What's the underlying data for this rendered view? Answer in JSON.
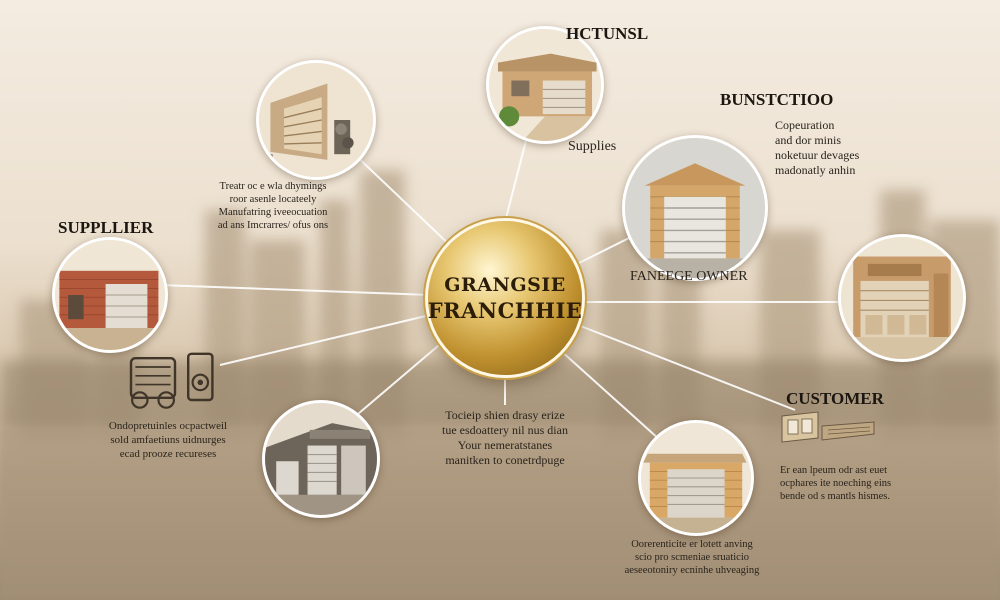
{
  "hub": {
    "line1": "GRANGSIE",
    "line2": "FRANCHHIE"
  },
  "labels": {
    "supplier": "SUPPLLIER",
    "top": "HCTUNSL",
    "bunstctioo": "BUNSTCTIOO",
    "supplies": "Supplies",
    "owner": "FANEEGE OWNER",
    "customer": "CUSTOMER"
  },
  "blurbs": {
    "upper_left": [
      "Treatr oc e wla dhymings",
      "roor asenle locateely",
      "Manufatring iveeocuation",
      "ad ans Imcrarres/ ofus ons"
    ],
    "right_top": [
      "Copeuration",
      "and dor minis",
      "noketuur devages",
      "madonatly anhin"
    ],
    "left_mid": [
      "Ondopretuinles ocpactweil",
      "sold amfaetiuns uidnurges",
      "ecad prooze recureses"
    ],
    "center_bottom": [
      "Tocieip shien drasy erize",
      "tue esdoattery nil nus dian",
      "Your nemeratstanes",
      "manitken to conetrdpuge"
    ],
    "customer": [
      "Er ean lpeum odr ast euet",
      "ocphares ite noeching eins",
      "bende od s mantls hismes."
    ],
    "bottom": [
      "Oorerenticite er lotett anving",
      "scio pro scmeniae sruaticio",
      "aeseeotoniry ecninhe uhveaging"
    ]
  },
  "colors": {
    "gold": "#c9a04a",
    "line": "#ffffff",
    "text": "#1c1610"
  },
  "icons": {
    "node_upper_left": "garage-door-icon",
    "node_top": "garage-building-icon",
    "node_supplier": "brick-warehouse-icon",
    "node_owner": "garage-facade-icon",
    "node_right": "storefront-garage-icon",
    "node_lower_left": "commercial-garage-icon",
    "node_bottom": "brick-garage-icon",
    "equipment": "machinery-icon",
    "customer": "building-model-icon"
  }
}
